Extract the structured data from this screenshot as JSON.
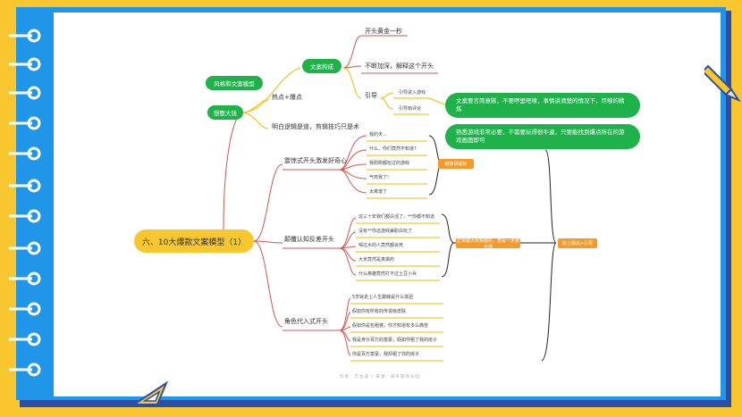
{
  "root": "六、10大爆款文案模型（1）",
  "left_nodes": {
    "style": "风格和文案模型",
    "idea": "想整大钱"
  },
  "copy_structure": {
    "label": "文案构成",
    "children": [
      "开头黄金一秒",
      "不断加深，解释这个开头"
    ],
    "guide": "引导",
    "guide_children": [
      "引导进入游戏",
      "引导到评论"
    ]
  },
  "hot": "热点+爆点",
  "logic": "明白逻辑是道，剪辑技巧只是术",
  "tips": [
    "文案要言简意赅，不要啰里吧嗦，事情讲清楚的情况下，尽够的精炼",
    "熟悉游戏非常必要，不需要玩得很牛逼，只要能找到爆点所在的游戏画面即可"
  ],
  "branch1": {
    "label": "震惊式开头激发好奇心",
    "items": [
      "我的天…",
      "什么，你们竟然不知道?",
      "我刚刚都玩过的游戏",
      "气死我了!",
      "太离谱了"
    ],
    "tag": "越惊讶越好"
  },
  "branch2": {
    "label": "颠覆认知反差开头",
    "items": [
      "这三十年我们都白活了，**你都不知道",
      "没有**你这游戏兼职白玩了",
      "喝过水的人竟然都会死",
      "大米竟然是真做的",
      "什么英雄竟然打不过土豆小兵"
    ],
    "tag": "正常越大效果越好，但是一定要合理"
  },
  "final_tag": "加上爆点+引导",
  "branch3": {
    "label": "角色代入式开头",
    "items": [
      "5岁就走上人生巅峰是什么体验",
      "假如你有所有的传说级皮肤",
      "假如你是包租婆，你才知道有多么痛苦",
      "我是身价百万的富豪，假如你租了我的房子",
      "你是百万富豪，我却租了你的房子"
    ]
  },
  "footer": "作者：丰台成 | 来源：知乎游戏号团",
  "colors": {
    "accent": "#F8C62F",
    "blue": "#2196E8",
    "green": "#20B24A",
    "orange": "#F39A2A",
    "line_red": "#D9534F",
    "line_yellow": "#F5B800"
  }
}
